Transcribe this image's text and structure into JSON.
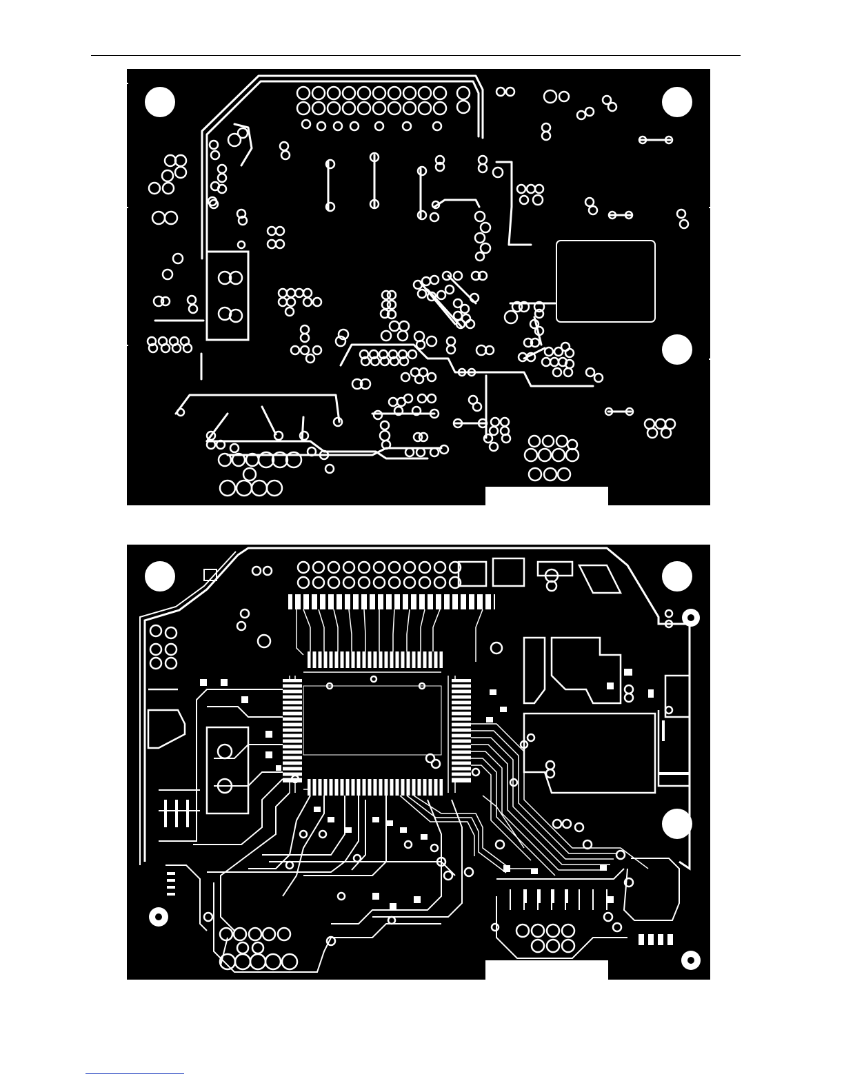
{
  "document": {
    "figures": [
      {
        "layer": "top",
        "icon": "pcb-layer-image"
      },
      {
        "layer": "bottom",
        "icon": "pcb-layer-image"
      }
    ],
    "colors": {
      "copper": "#000000",
      "clearance": "#ffffff",
      "footer_rule": "#1f3fbf"
    }
  }
}
